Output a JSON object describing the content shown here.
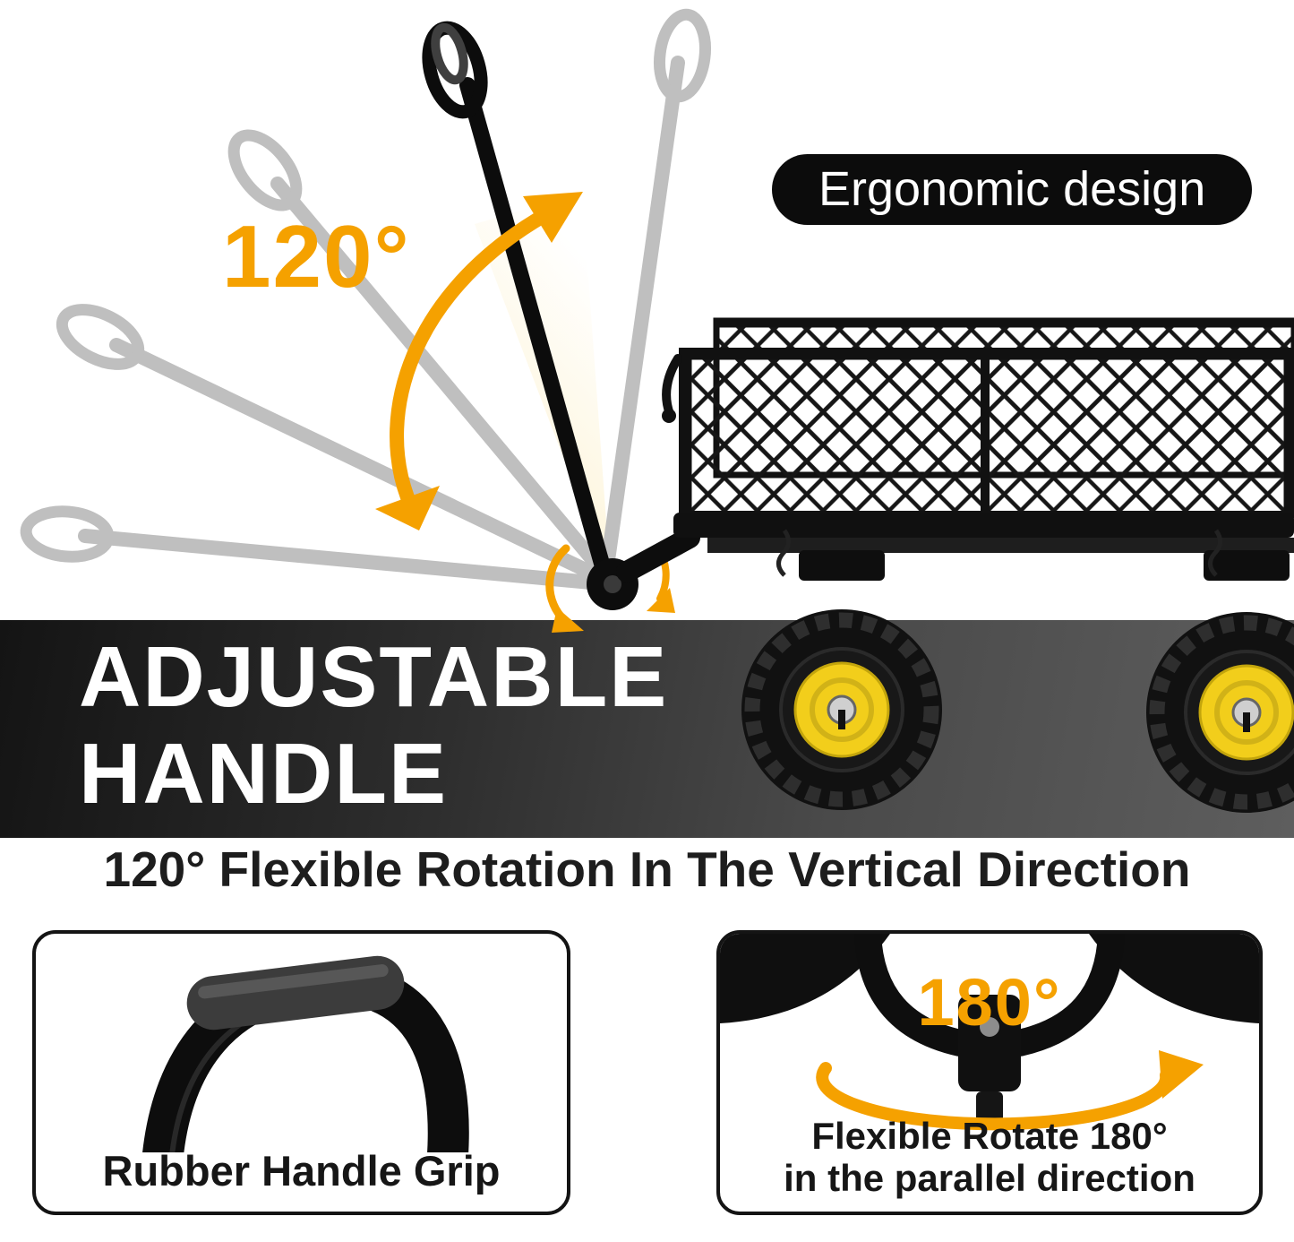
{
  "colors": {
    "accent_orange": "#F5A100",
    "wheel_hub_yellow": "#F2CE1B",
    "band_dark": "#141414",
    "band_light": "#5e5e5e",
    "badge_bg": "#0c0c0c",
    "text_dark": "#1c1c1c",
    "ghost_gray": "#bfbfbf"
  },
  "top": {
    "badge_label": "Ergonomic design",
    "rotation_angle_label": "120°"
  },
  "band": {
    "line1": "ADJUSTABLE",
    "line2": "HANDLE"
  },
  "subtitle": "120° Flexible Rotation In The Vertical Direction",
  "cards": {
    "grip": {
      "caption": "Rubber Handle Grip"
    },
    "pivot": {
      "angle_label": "180°",
      "caption_line1": "Flexible Rotate 180°",
      "caption_line2": "in the parallel direction"
    }
  },
  "icons": {
    "vertical_rotation_arrow": "double-headed-arc-arrow",
    "pivot_rotation_arrow": "small-circular-arrow",
    "parallel_rotation_arrow": "elliptical-loop-arrow"
  }
}
